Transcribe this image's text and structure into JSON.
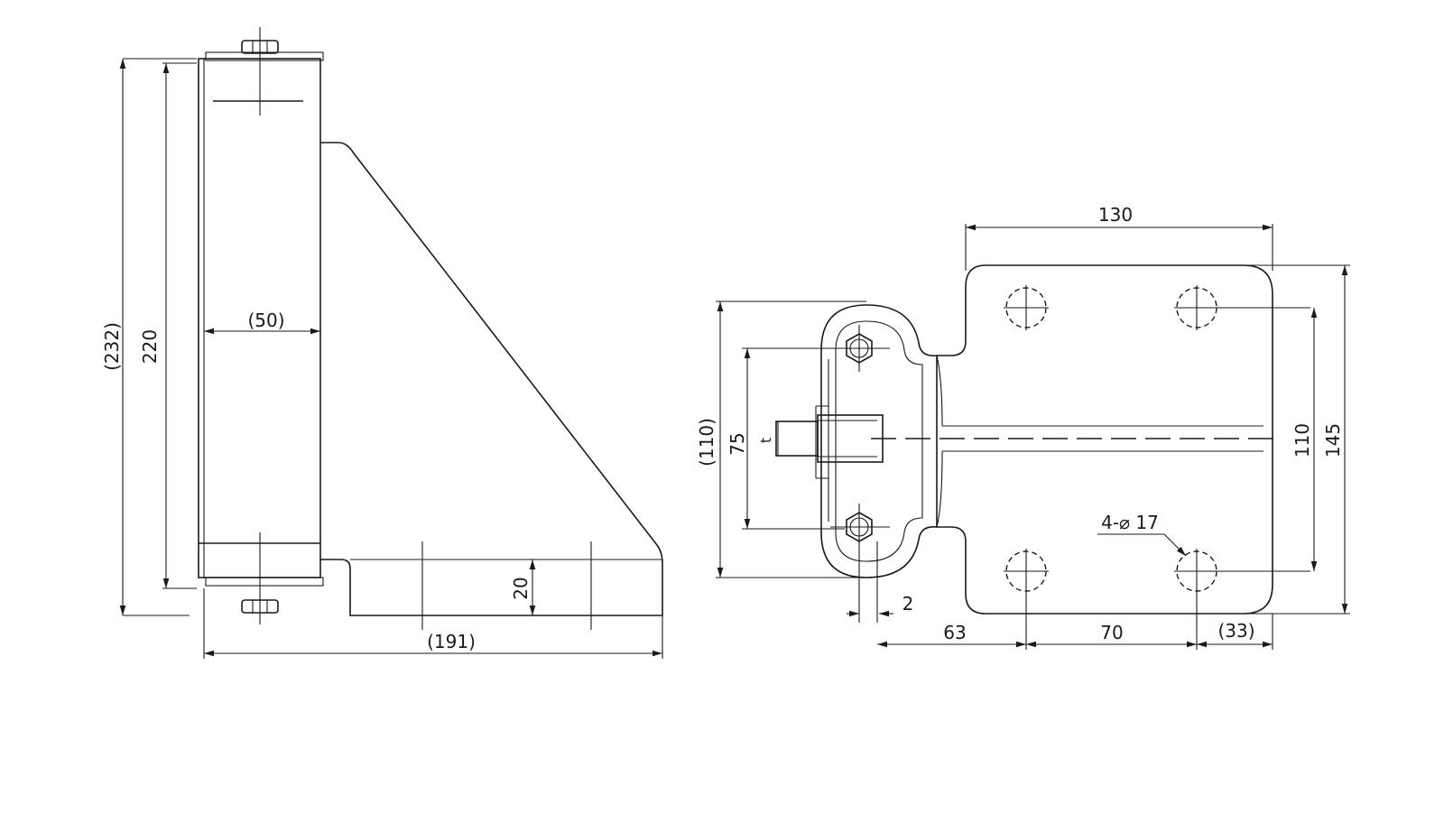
{
  "side_view": {
    "dim_overall_height": "(232)",
    "dim_height": "220",
    "dim_width": "(50)",
    "dim_base_thickness": "20",
    "dim_overall_length": "(191)"
  },
  "front_view": {
    "dim_plate_width": "130",
    "dim_overall_height": "(110)",
    "dim_bolt_spacing": "75",
    "dim_thickness_label": "t",
    "dim_hole_spacing_vertical": "110",
    "dim_plate_height": "145",
    "hole_callout": "4-⌀ 17",
    "dim_gap": "2",
    "dim_offset": "63",
    "dim_hole_spacing_horizontal": "70",
    "dim_edge": "(33)"
  }
}
